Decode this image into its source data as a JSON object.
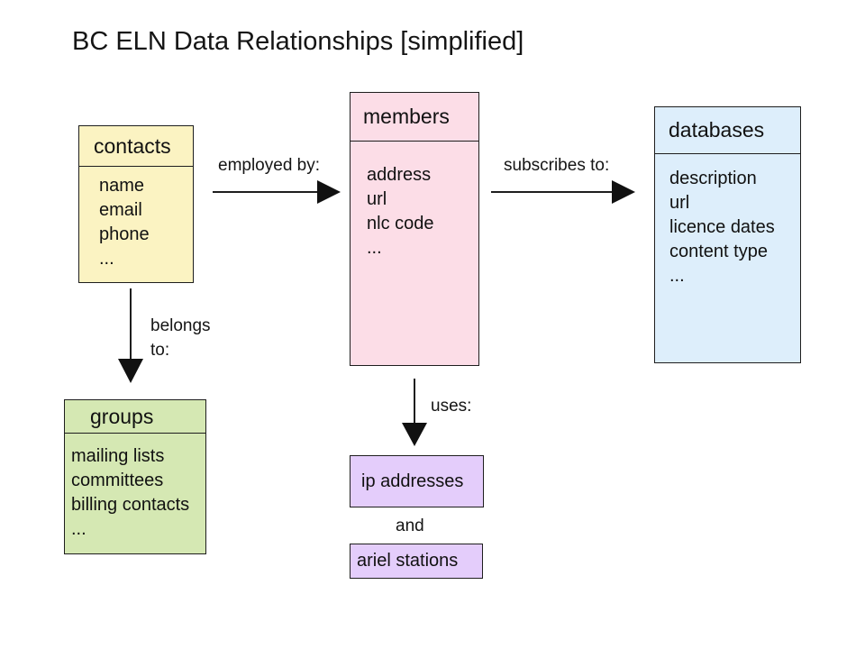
{
  "title": "BC ELN Data Relationships [simplified]",
  "colors": {
    "contacts": "#fbf3c2",
    "members": "#fcdde7",
    "databases": "#ddeefb",
    "groups": "#d5e8b3",
    "small_boxes": "#e4cdfb",
    "stroke": "#1e1e1e"
  },
  "entities": {
    "contacts": {
      "name": "contacts",
      "fields": [
        "name",
        "email",
        "phone",
        "..."
      ]
    },
    "members": {
      "name": "members",
      "fields": [
        "address",
        "url",
        "nlc code",
        "..."
      ]
    },
    "databases": {
      "name": "databases",
      "fields": [
        "description",
        "url",
        "licence dates",
        "content type",
        "..."
      ]
    },
    "groups": {
      "name": "groups",
      "fields": [
        "mailing lists",
        "committees",
        "billing contacts",
        "..."
      ]
    }
  },
  "relationships": {
    "employed_by": "employed by:",
    "subscribes_to": "subscribes to:",
    "belongs_to_line1": "belongs",
    "belongs_to_line2": "to:",
    "uses": "uses:",
    "and": "and"
  },
  "resources": {
    "ip_addresses": "ip addresses",
    "ariel_stations": "ariel stations"
  }
}
